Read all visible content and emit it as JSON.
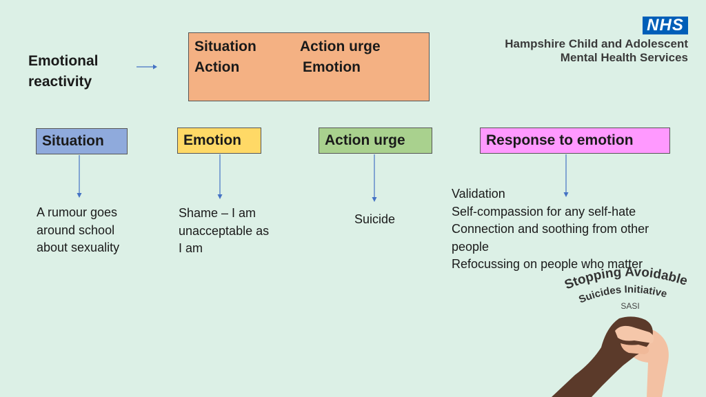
{
  "reactivity": {
    "line1": "Emotional",
    "line2": "reactivity"
  },
  "summary": {
    "situation": "Situation",
    "action_urge": "Action urge",
    "action": "Action",
    "emotion": "Emotion"
  },
  "org": {
    "nhs": "NHS",
    "line1": "Hampshire Child and Adolescent",
    "line2": "Mental Health Services"
  },
  "steps": [
    {
      "label": "Situation",
      "color": "#8faadc",
      "desc": [
        "A rumour goes",
        "around school",
        "about sexuality"
      ]
    },
    {
      "label": "Emotion",
      "color": "#ffd966",
      "desc": [
        "Shame – I am",
        "unacceptable  as",
        "I am"
      ]
    },
    {
      "label": "Action urge",
      "color": "#a9d18e",
      "desc": [
        "Suicide"
      ]
    },
    {
      "label": "Response to emotion",
      "color": "#ff99ff",
      "desc": [
        "Validation",
        "Self-compassion for any self-hate",
        "Connection and soothing from other",
        "people",
        "Refocussing on people who matter"
      ]
    }
  ],
  "sasi": {
    "line1": "Stopping Avoidable",
    "line2": "Suicides Initiative",
    "abbr": "SASI"
  },
  "colors": {
    "background": "#dcf0e6",
    "summary_box": "#f4b183",
    "arrow": "#4472c4",
    "nhs_blue": "#005eb8"
  }
}
